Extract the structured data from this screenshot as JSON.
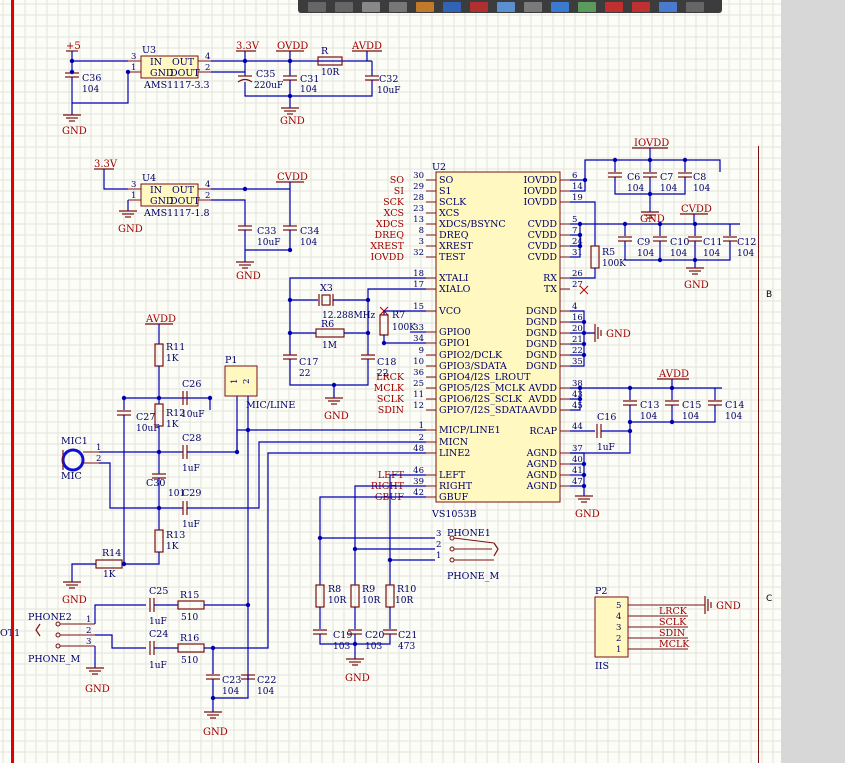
{
  "toolbar": {
    "tools": [
      "arrow",
      "wire",
      "box",
      "select",
      "component",
      "line",
      "power",
      "junction",
      "bus",
      "net",
      "port",
      "drc",
      "circle",
      "text",
      "more"
    ]
  },
  "frame": {
    "zones": [
      "B",
      "C"
    ]
  },
  "colors": {
    "wire": "#0000b0",
    "part": "#7a1010",
    "body": "#fff8c0",
    "net": "#a00000",
    "text": "#00006a"
  },
  "regulators": [
    {
      "ref": "U3",
      "part": "AMS1117-3.3",
      "pin_in": "IN",
      "pin_out": "OUT",
      "pin_gnd": "GND",
      "pin_dout": "DOUT",
      "pins": [
        "3",
        "1",
        "4",
        "2"
      ]
    },
    {
      "ref": "U4",
      "part": "AMS1117-1.8",
      "pin_in": "IN",
      "pin_out": "OUT",
      "pin_gnd": "GND",
      "pin_dout": "DOUT",
      "pins": [
        "3",
        "1",
        "4",
        "2"
      ]
    }
  ],
  "nets": {
    "p5": "+5",
    "v33": "3.3V",
    "v33b": "3.3V",
    "ovdd": "OVDD",
    "avdd": "AVDD",
    "avdd2": "AVDD",
    "avdd3": "AVDD",
    "cvdd": "CVDD",
    "cvdd2": "CVDD",
    "iovdd": "IOVDD",
    "gnd": "GND",
    "gnd_label": "GND"
  },
  "caps": {
    "C36": {
      "ref": "C36",
      "val": "104"
    },
    "C35": {
      "ref": "C35",
      "val": "220uF"
    },
    "C31": {
      "ref": "C31",
      "val": "104"
    },
    "C32": {
      "ref": "C32",
      "val": "10uF"
    },
    "C33": {
      "ref": "C33",
      "val": "10uF"
    },
    "C34": {
      "ref": "C34",
      "val": "104"
    },
    "C6": {
      "ref": "C6",
      "val": "104"
    },
    "C7": {
      "ref": "C7",
      "val": "104"
    },
    "C8": {
      "ref": "C8",
      "val": "104"
    },
    "C9": {
      "ref": "C9",
      "val": "104"
    },
    "C10": {
      "ref": "C10",
      "val": "104"
    },
    "C11": {
      "ref": "C11",
      "val": "104"
    },
    "C12": {
      "ref": "C12",
      "val": "104"
    },
    "C13": {
      "ref": "C13",
      "val": "104"
    },
    "C15": {
      "ref": "C15",
      "val": "104"
    },
    "C14": {
      "ref": "C14",
      "val": "104"
    },
    "C16": {
      "ref": "C16",
      "val": "1uF"
    },
    "C17": {
      "ref": "C17",
      "val": "22"
    },
    "C18": {
      "ref": "C18",
      "val": "22"
    },
    "C26": {
      "ref": "C26",
      "val": "10uF"
    },
    "C27": {
      "ref": "C27",
      "val": "10uF"
    },
    "C28": {
      "ref": "C28",
      "val": "1uF"
    },
    "C30": {
      "ref": "C30",
      "val": "101"
    },
    "C29": {
      "ref": "C29",
      "val": "1uF"
    },
    "C25": {
      "ref": "C25",
      "val": "1uF"
    },
    "C24": {
      "ref": "C24",
      "val": "1uF"
    },
    "C23": {
      "ref": "C23",
      "val": "104"
    },
    "C22": {
      "ref": "C22",
      "val": "104"
    },
    "C19": {
      "ref": "C19",
      "val": "103"
    },
    "C20": {
      "ref": "C20",
      "val": "103"
    },
    "C21": {
      "ref": "C21",
      "val": "473"
    }
  },
  "resistors": {
    "R": {
      "ref": "R",
      "val": "10R"
    },
    "R5": {
      "ref": "R5",
      "val": "100K"
    },
    "R7": {
      "ref": "R7",
      "val": "100K"
    },
    "R6": {
      "ref": "R6",
      "val": "1M"
    },
    "R11": {
      "ref": "R11",
      "val": "1K"
    },
    "R12": {
      "ref": "R12",
      "val": "1K"
    },
    "R13": {
      "ref": "R13",
      "val": "1K"
    },
    "R14": {
      "ref": "R14",
      "val": "1K"
    },
    "R15": {
      "ref": "R15",
      "val": "510"
    },
    "R16": {
      "ref": "R16",
      "val": "510"
    },
    "R8": {
      "ref": "R8",
      "val": "10R"
    },
    "R9": {
      "ref": "R9",
      "val": "10R"
    },
    "R10": {
      "ref": "R10",
      "val": "10R"
    }
  },
  "crystal": {
    "ref": "X3",
    "val": "12.288MHz"
  },
  "u2": {
    "ref": "U2",
    "part": "VS1053B",
    "left": [
      {
        "net": "SO",
        "pin": "30",
        "name": "SO"
      },
      {
        "net": "SI",
        "pin": "29",
        "name": "S1"
      },
      {
        "net": "SCK",
        "pin": "28",
        "name": "SCLK"
      },
      {
        "net": "XCS",
        "pin": "23",
        "name": "XCS"
      },
      {
        "net": "XDCS",
        "pin": "13",
        "name": "XDCS/BSYNC"
      },
      {
        "net": "DREQ",
        "pin": "8",
        "name": "DREQ"
      },
      {
        "net": "XREST",
        "pin": "3",
        "name": "XREST"
      },
      {
        "net": "IOVDD",
        "pin": "32",
        "name": "TEST"
      },
      {
        "net": "",
        "pin": "18",
        "name": "XTALI"
      },
      {
        "net": "",
        "pin": "17",
        "name": "XIALO"
      },
      {
        "net": "",
        "pin": "15",
        "name": "VCO"
      },
      {
        "net": "",
        "pin": "33",
        "name": "GPIO0"
      },
      {
        "net": "",
        "pin": "34",
        "name": "GPIO1"
      },
      {
        "net": "",
        "pin": "9",
        "name": "GPIO2/DCLK"
      },
      {
        "net": "",
        "pin": "10",
        "name": "GPIO3/SDATA"
      },
      {
        "net": "LRCK",
        "pin": "36",
        "name": "GPIO4/I2S_LROUT"
      },
      {
        "net": "MCLK",
        "pin": "25",
        "name": "GPIO5/I2S_MCLK"
      },
      {
        "net": "SCLK",
        "pin": "11",
        "name": "GPIO6/I2S_SCLK"
      },
      {
        "net": "SDIN",
        "pin": "12",
        "name": "GPIO7/I2S_SDATA"
      },
      {
        "net": "",
        "pin": "1",
        "name": "MICP/LINE1"
      },
      {
        "net": "",
        "pin": "2",
        "name": "MICN"
      },
      {
        "net": "",
        "pin": "48",
        "name": "LINE2"
      },
      {
        "net": "LEFT",
        "pin": "46",
        "name": "LEFT"
      },
      {
        "net": "RIGHT",
        "pin": "39",
        "name": "RIGHT"
      },
      {
        "net": "GBUF",
        "pin": "42",
        "name": "GBUF"
      }
    ],
    "right": [
      {
        "name": "IOVDD",
        "pin": "6"
      },
      {
        "name": "IOVDD",
        "pin": "14"
      },
      {
        "name": "IOVDD",
        "pin": "19"
      },
      {
        "name": "CVDD",
        "pin": "5"
      },
      {
        "name": "CVDD",
        "pin": "7"
      },
      {
        "name": "CVDD",
        "pin": "24"
      },
      {
        "name": "CVDD",
        "pin": "31"
      },
      {
        "name": "RX",
        "pin": "26"
      },
      {
        "name": "TX",
        "pin": "27"
      },
      {
        "name": "DGND",
        "pin": "4"
      },
      {
        "name": "DGND",
        "pin": "16"
      },
      {
        "name": "DGND",
        "pin": "20"
      },
      {
        "name": "DGND",
        "pin": "21"
      },
      {
        "name": "DGND",
        "pin": "22"
      },
      {
        "name": "DGND",
        "pin": "35"
      },
      {
        "name": "AVDD",
        "pin": "38"
      },
      {
        "name": "AVDD",
        "pin": "43"
      },
      {
        "name": "AVDD",
        "pin": "45"
      },
      {
        "name": "RCAP",
        "pin": "44"
      },
      {
        "name": "AGND",
        "pin": "37"
      },
      {
        "name": "AGND",
        "pin": "40"
      },
      {
        "name": "AGND",
        "pin": "41"
      },
      {
        "name": "AGND",
        "pin": "47"
      }
    ]
  },
  "connectors": {
    "P1": {
      "ref": "P1",
      "label": "MIC/LINE",
      "pins": [
        "1",
        "2"
      ]
    },
    "MIC1": {
      "ref": "MIC1",
      "label": "MIC",
      "pins": [
        "1",
        "2"
      ]
    },
    "PHONE1": {
      "ref": "PHONE1",
      "label": "PHONE_M",
      "pins": [
        "3",
        "2",
        "1"
      ]
    },
    "PHONE2": {
      "ref": "PHONE2",
      "label": "PHONE_M",
      "pins": [
        "1",
        "2",
        "3"
      ],
      "extra": "OT1"
    },
    "P2": {
      "ref": "P2",
      "label": "IIS",
      "pins": [
        "5",
        "4",
        "3",
        "2",
        "1"
      ],
      "nets": [
        "LRCK",
        "SCLK",
        "SDIN",
        "MCLK"
      ]
    }
  }
}
